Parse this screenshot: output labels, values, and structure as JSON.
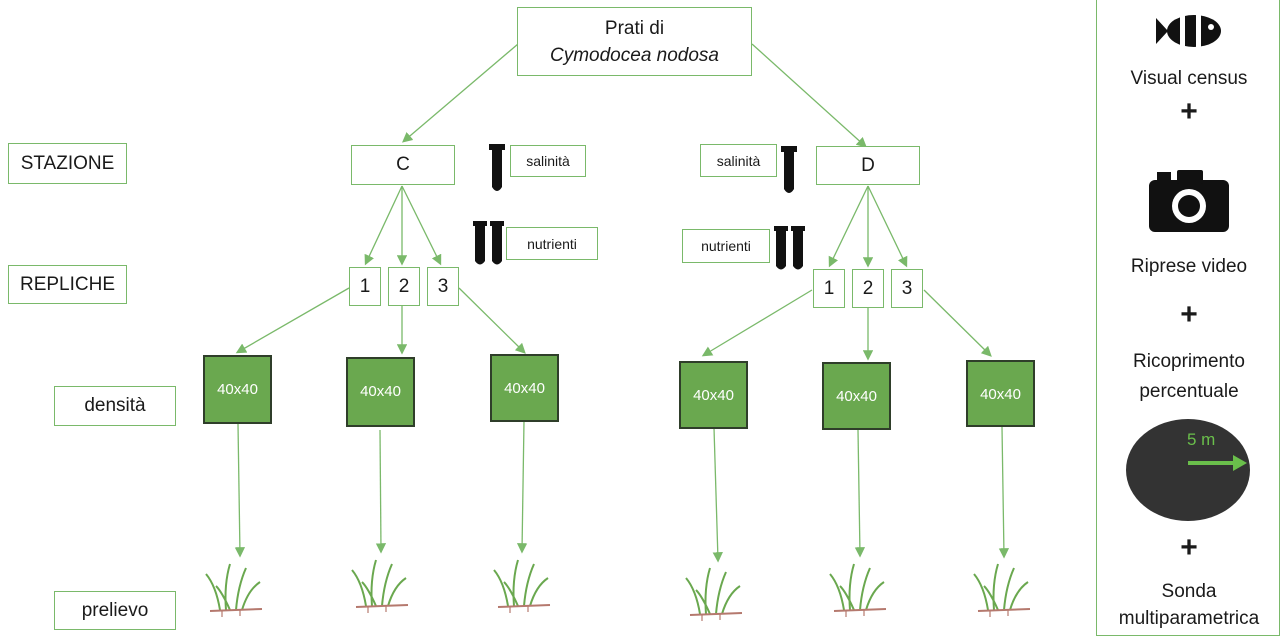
{
  "root": {
    "line1": "Prati di",
    "line2": "Cymodocea nodosa"
  },
  "levels": {
    "station": "STAZIONE",
    "replicates": "REPLICHE",
    "density": "densità",
    "sampling": "prelievo"
  },
  "stations": [
    {
      "name": "C",
      "salinity": "salinità",
      "nutrients": "nutrienti",
      "replicates": [
        "1",
        "2",
        "3"
      ]
    },
    {
      "name": "D",
      "salinity": "salinità",
      "nutrients": "nutrienti",
      "replicates": [
        "1",
        "2",
        "3"
      ]
    }
  ],
  "quadrat_label": "40x40",
  "side": {
    "visual": "Visual census",
    "video": "Riprese video",
    "cover_line1": "Ricoprimento",
    "cover_line2": "percentuale",
    "radius": "5 m",
    "probe_line1": "Sonda",
    "probe_line2": "multiparametrica",
    "plus": "+"
  },
  "colors": {
    "accent": "#7ab96a",
    "quadrat": "#6aa84f"
  }
}
